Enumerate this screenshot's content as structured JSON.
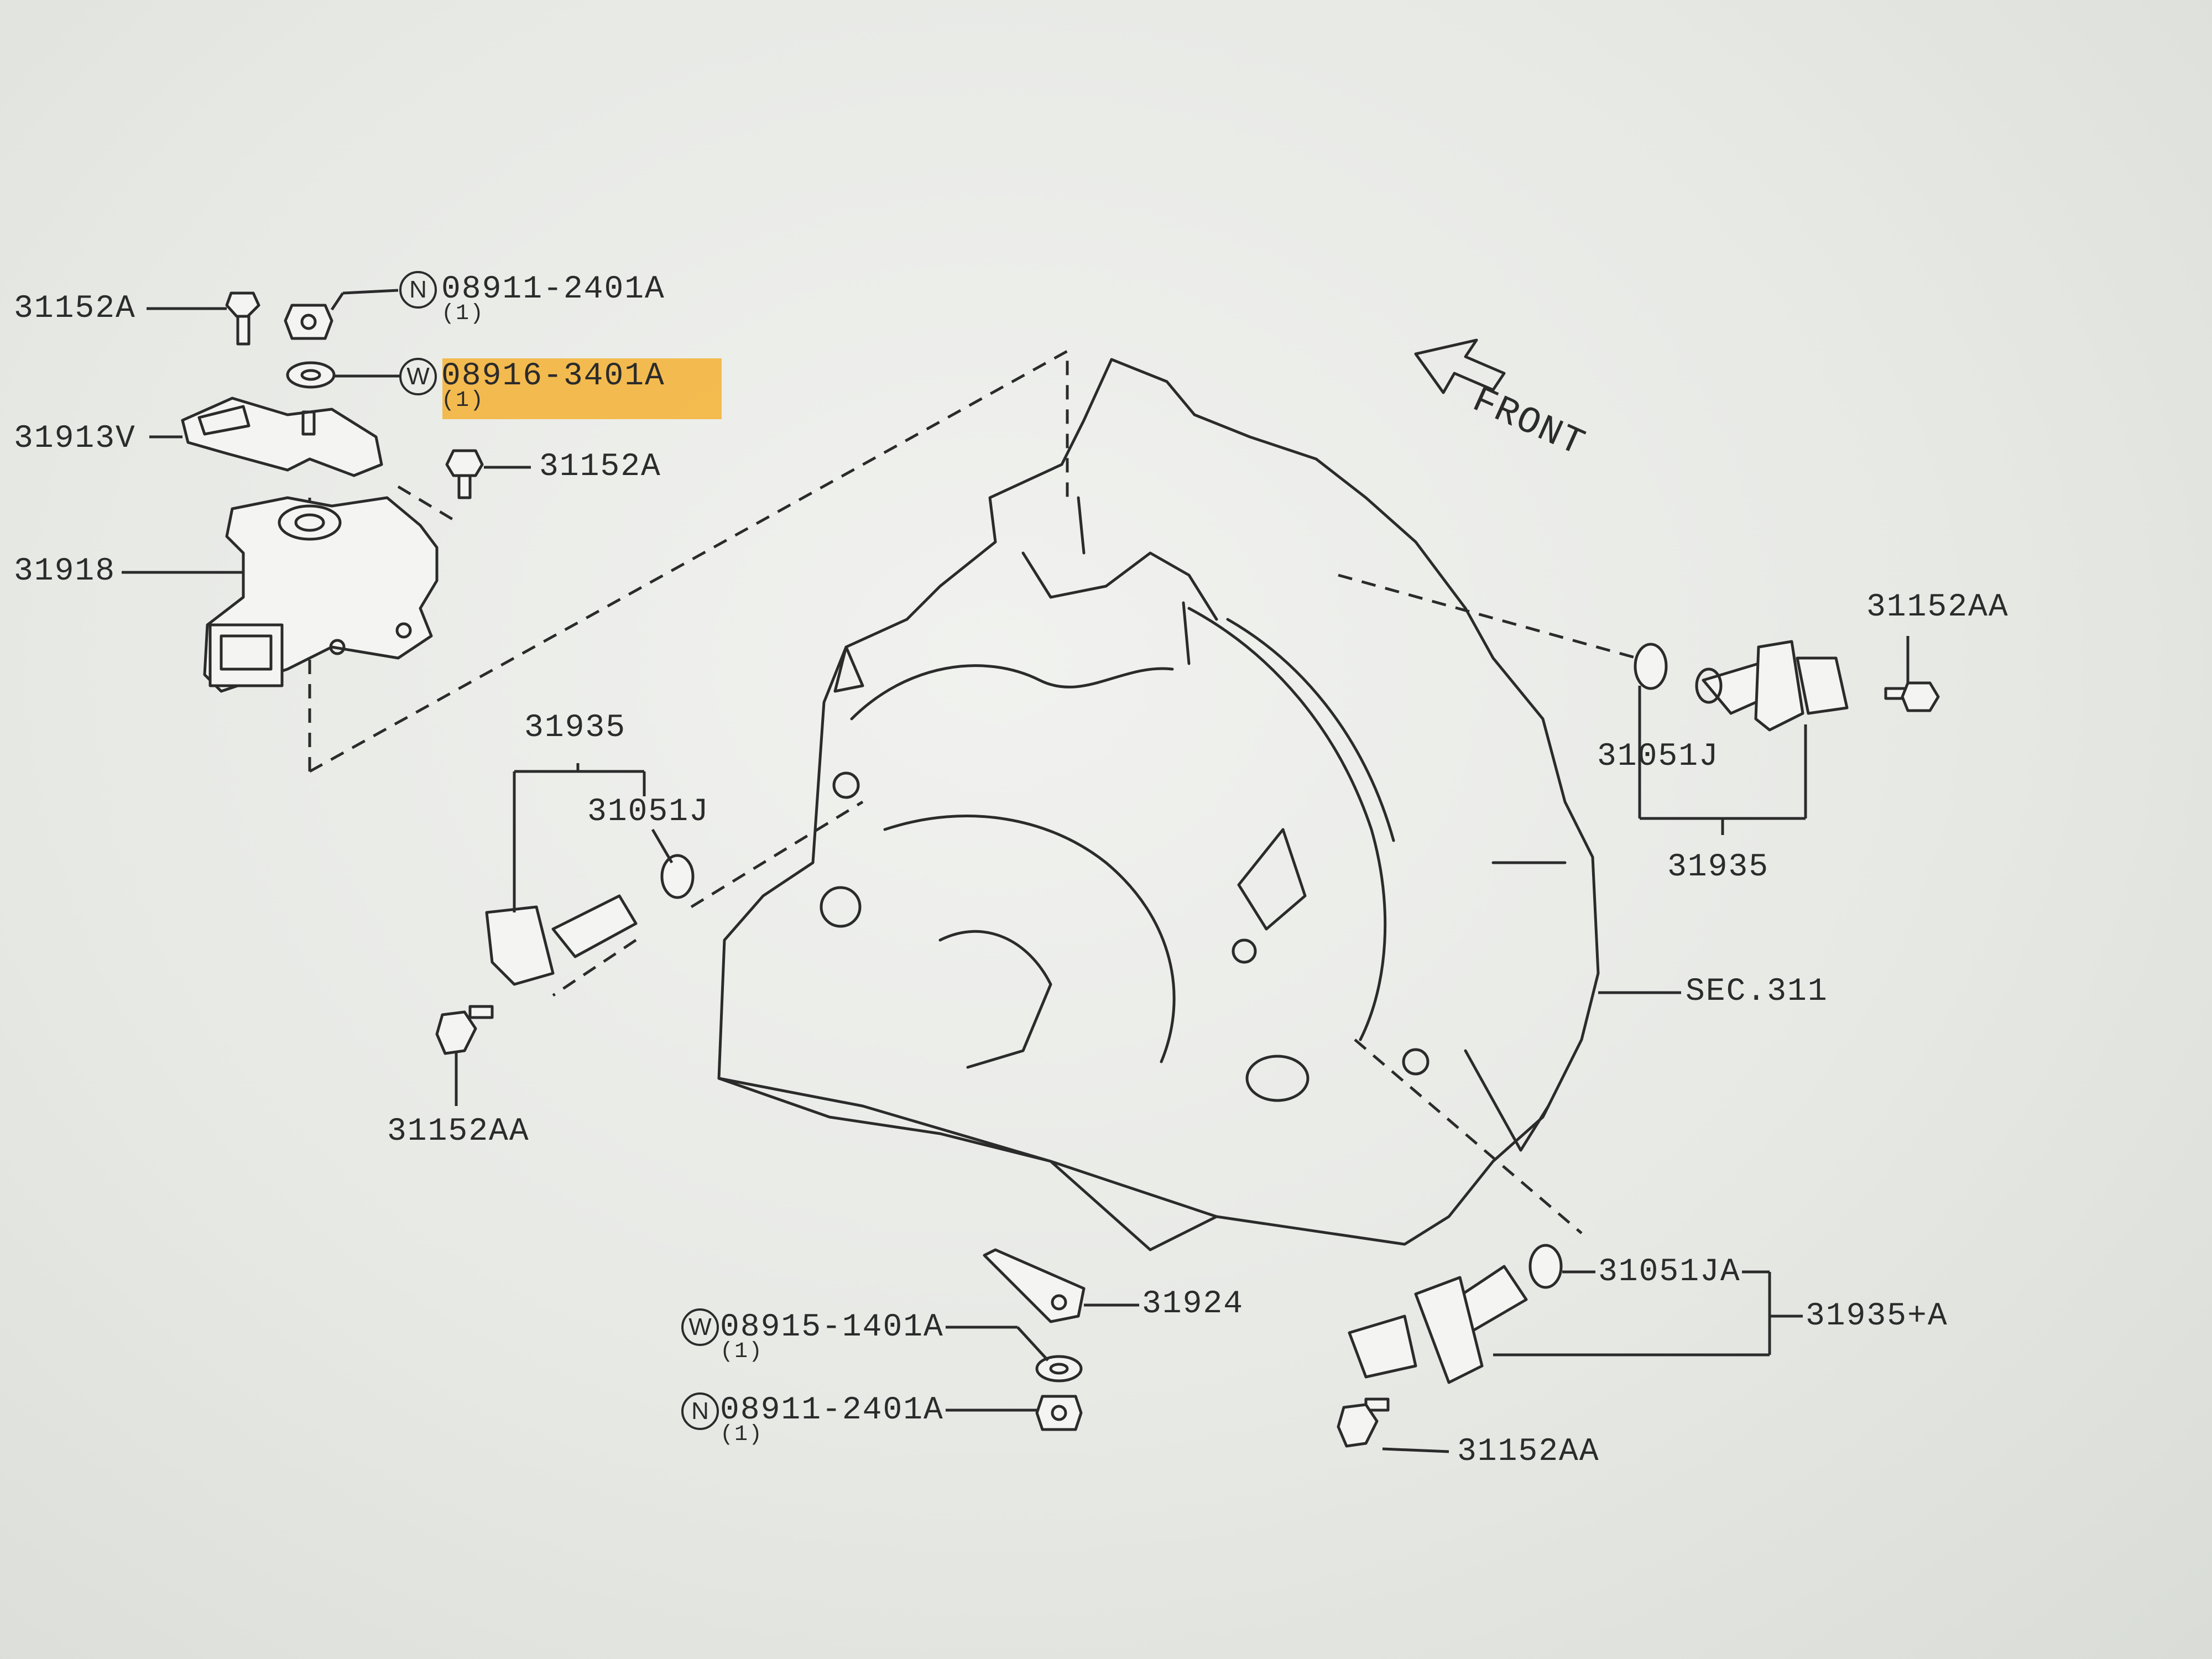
{
  "labels": {
    "bolt_top_left": "31152A",
    "nut_top": "08911-2401A",
    "nut_top_qty": "(1)",
    "washer_top": "08916-3401A",
    "washer_top_qty": "(1)",
    "bracket": "31913V",
    "bolt_top_right": "31152A",
    "switch": "31918",
    "front": "FRONT",
    "bolt_right": "31152AA",
    "oring_right": "31051J",
    "sensor_right": "31935",
    "sensor_left": "31935",
    "oring_left": "31051J",
    "bolt_left": "31152AA",
    "section": "SEC.311",
    "lever": "31924",
    "washer_bottom": "08915-1401A",
    "washer_bottom_qty": "(1)",
    "nut_bottom": "08911-2401A",
    "nut_bottom_qty": "(1)",
    "oring_bottom": "31051JA",
    "sensor_bottom": "31935+A",
    "bolt_bottom": "31152AA"
  },
  "badges": {
    "nut_letter": "N",
    "washer_letter": "W"
  },
  "colors": {
    "highlight": "#f4b234",
    "ink": "#2b2b2b",
    "paper": "#eceeea"
  }
}
